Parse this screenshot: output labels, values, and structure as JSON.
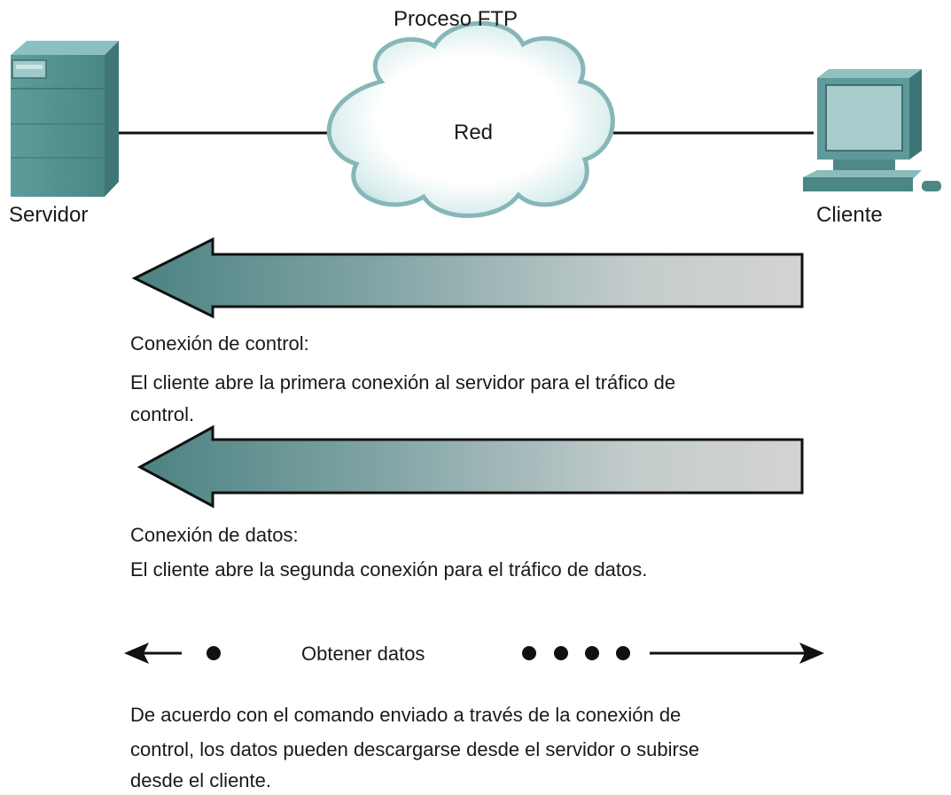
{
  "title": "Proceso FTP",
  "nodes": {
    "server": "Servidor",
    "network": "Red",
    "client": "Cliente"
  },
  "control_connection": {
    "heading": "Conexión de control:",
    "line1": "El cliente abre la primera conexión al servidor para el tráfico de",
    "line2": "control."
  },
  "data_connection": {
    "heading": "Conexión de datos:",
    "line1": "El cliente abre la segunda conexión para el tráfico de datos."
  },
  "get_data": {
    "label": "Obtener datos"
  },
  "explanation": {
    "line1": "De acuerdo con el comando enviado a través de la conexión de",
    "line2": "control, los datos pueden descargarse desde el servidor o subirse",
    "line3": "desde el cliente."
  },
  "colors": {
    "teal_dark": "#4e8b8b",
    "teal_light": "#9cc6c6",
    "arrow_start": "#4f8585",
    "arrow_end": "#cfcfcf",
    "cloud_edge": "#7fb0b3"
  }
}
